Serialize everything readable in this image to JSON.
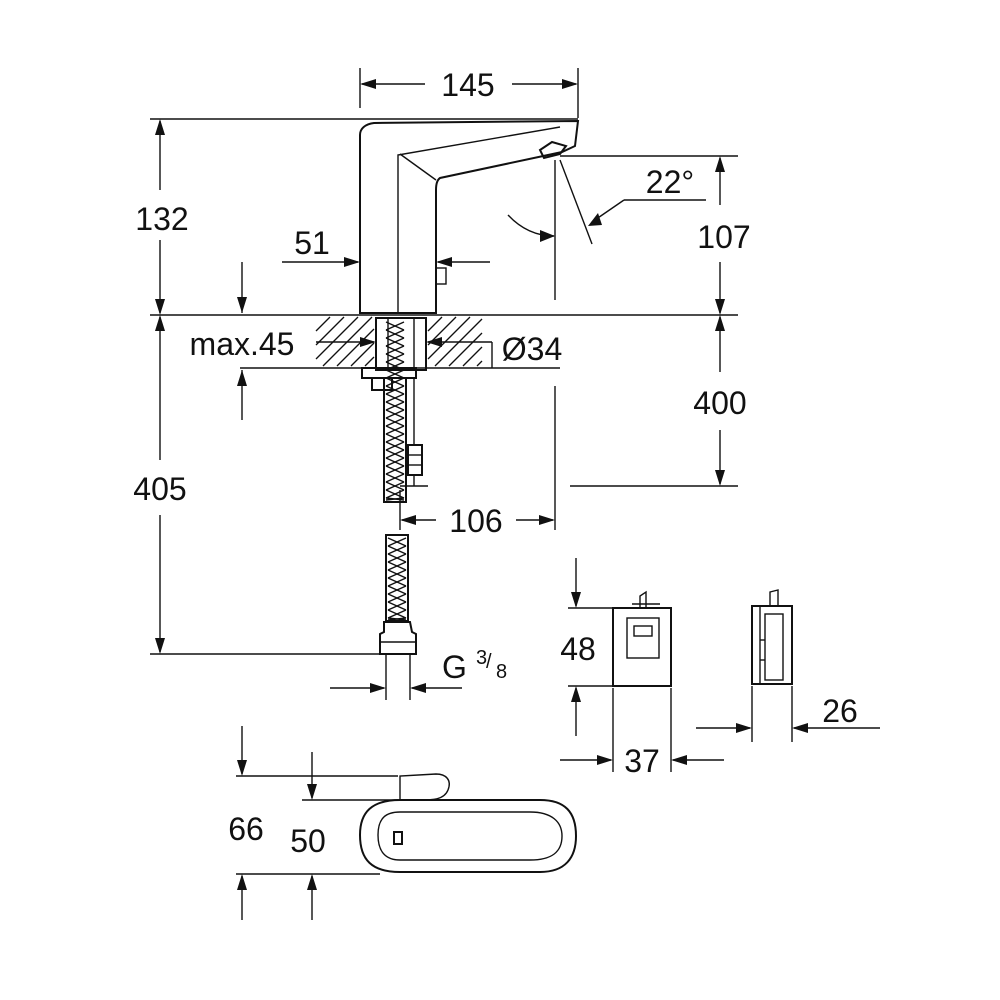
{
  "dimensions": {
    "width_145": "145",
    "height_132": "132",
    "angle_22": "22°",
    "height_107": "107",
    "width_51": "51",
    "max_45": "max.45",
    "diameter_34": "Ø34",
    "height_400": "400",
    "height_405": "405",
    "width_106": "106",
    "thread_g": "G",
    "thread_num": "3",
    "thread_den": "8",
    "height_48": "48",
    "width_37": "37",
    "depth_26": "26",
    "height_66": "66",
    "height_50": "50"
  }
}
